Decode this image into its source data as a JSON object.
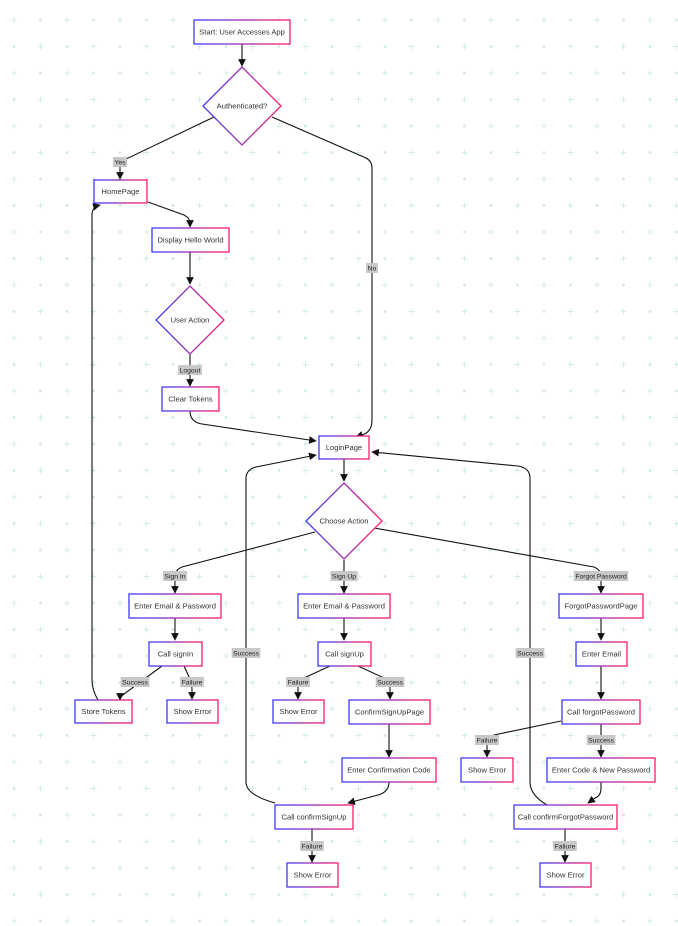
{
  "colors": {
    "node_border_start": "#3b3bff",
    "node_border_end": "#ff1a6b",
    "edge": "#111111",
    "edge_label_bg": "#c8c8c8",
    "grid": "#d3ece6"
  },
  "nodes": {
    "start": "Start: User Accesses App",
    "authenticated": "Authenticated?",
    "homepage": "HomePage",
    "display_hello": "Display Hello World",
    "user_action": "User Action",
    "clear_tokens": "Clear Tokens",
    "login_page": "LoginPage",
    "choose_action": "Choose Action",
    "enter_email_password_signin": "Enter Email & Password",
    "enter_email_password_signup": "Enter Email & Password",
    "forgot_password_page": "ForgotPasswordPage",
    "call_signin": "Call signIn",
    "call_signup": "Call signUp",
    "enter_email": "Enter Email",
    "store_tokens": "Store Tokens",
    "show_error_signin": "Show Error",
    "show_error_signup": "Show Error",
    "confirm_signup_page": "ConfirmSignUpPage",
    "call_forgot_password": "Call forgotPassword",
    "enter_confirmation_code": "Enter Confirmation Code",
    "show_error_forgot": "Show Error",
    "enter_code_new_password": "Enter Code & New Password",
    "call_confirm_signup": "Call confirmSignUp",
    "call_confirm_forgot_password": "Call confirmForgotPassword",
    "show_error_confirm_signup": "Show Error",
    "show_error_confirm_forgot": "Show Error"
  },
  "edge_labels": {
    "yes": "Yes",
    "no": "No",
    "logout": "Logout",
    "sign_in": "Sign In",
    "sign_up": "Sign Up",
    "forgot_password": "Forgot Password",
    "signin_success": "Success",
    "signin_failure": "Failure",
    "signup_failure": "Failure",
    "signup_success": "Success",
    "forgot_failure": "Failure",
    "forgot_success": "Success",
    "confirm_signup_success": "Success",
    "confirm_forgot_success": "Success",
    "confirm_signup_failure": "Failure",
    "confirm_forgot_failure": "Failure"
  }
}
